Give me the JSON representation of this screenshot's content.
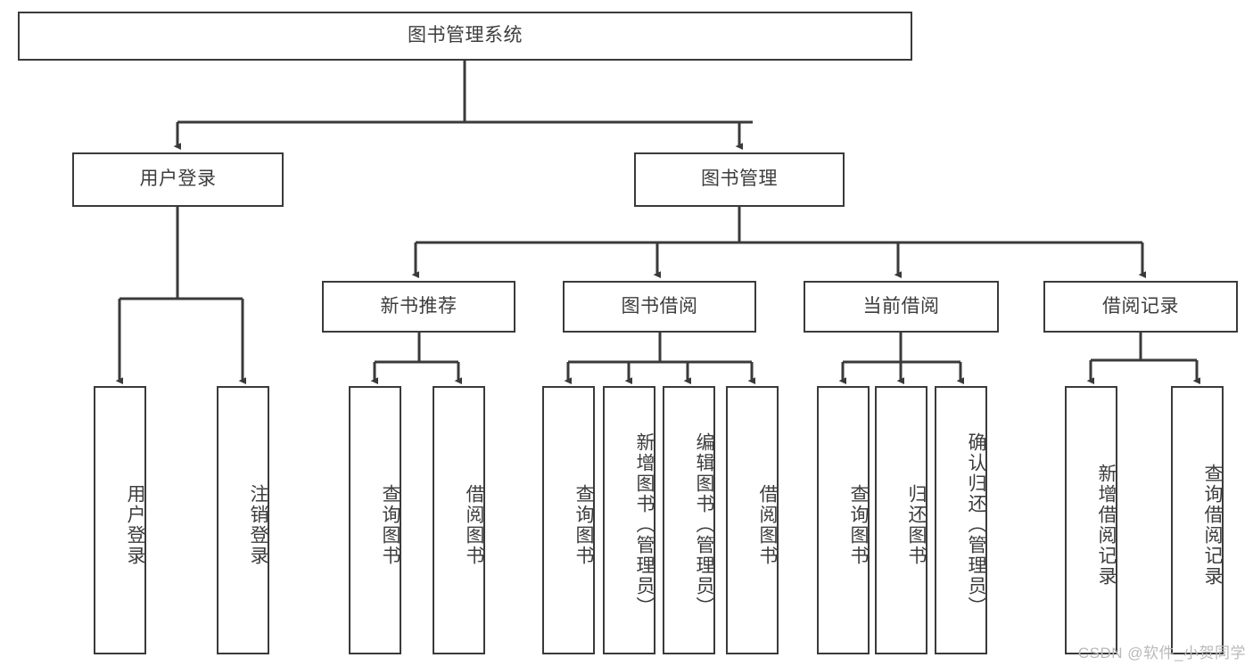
{
  "diagram": {
    "title": "图书管理系统",
    "type": "tree",
    "stroke_color": "#3a3a3a",
    "text_color": "#3d3d3d",
    "background_color": "#ffffff",
    "watermark": "CSDN @软件_小贺同学",
    "nodes": {
      "root": {
        "label": "图书管理系统"
      },
      "level1": [
        {
          "id": "user-login",
          "label": "用户登录"
        },
        {
          "id": "book-manage",
          "label": "图书管理"
        }
      ],
      "level2": [
        {
          "id": "new-book-recommend",
          "label": "新书推荐"
        },
        {
          "id": "book-borrow",
          "label": "图书借阅"
        },
        {
          "id": "current-borrow",
          "label": "当前借阅"
        },
        {
          "id": "borrow-record",
          "label": "借阅记录"
        }
      ],
      "leaves": {
        "user-login": [
          {
            "id": "leaf-user-login",
            "label": "用户登录"
          },
          {
            "id": "leaf-user-logout",
            "label": "注销登录"
          }
        ],
        "new-book-recommend": [
          {
            "id": "leaf-query-book-1",
            "label": "查询图书"
          },
          {
            "id": "leaf-borrow-book-1",
            "label": "借阅图书"
          }
        ],
        "book-borrow": [
          {
            "id": "leaf-query-book-2",
            "label": "查询图书"
          },
          {
            "id": "leaf-add-book-admin",
            "label": "新增图书（管理员）"
          },
          {
            "id": "leaf-edit-book-admin",
            "label": "编辑图书（管理员）"
          },
          {
            "id": "leaf-borrow-book-2",
            "label": "借阅图书"
          }
        ],
        "current-borrow": [
          {
            "id": "leaf-query-book-3",
            "label": "查询图书"
          },
          {
            "id": "leaf-return-book",
            "label": "归还图书"
          },
          {
            "id": "leaf-confirm-return-admin",
            "label": "确认归还（管理员）"
          }
        ],
        "borrow-record": [
          {
            "id": "leaf-add-borrow-record",
            "label": "新增借阅记录"
          },
          {
            "id": "leaf-query-borrow-record",
            "label": "查询借阅记录"
          }
        ]
      }
    }
  }
}
